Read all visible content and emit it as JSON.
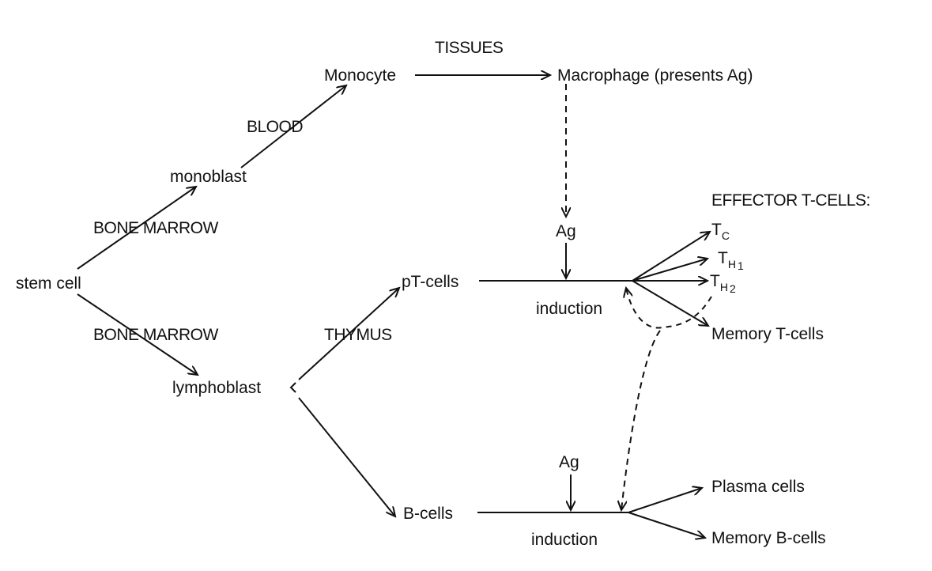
{
  "labels": {
    "tissues": "TISSUES",
    "monocyte": "Monocyte",
    "macrophage": "Macrophage (presents Ag)",
    "blood": "BLOOD",
    "monoblast": "monoblast",
    "bone_marrow_upper": "BONE MARROW",
    "stem_cell": "stem  cell",
    "bone_marrow_lower": "BONE MARROW",
    "lymphoblast": "lymphoblast",
    "thymus": "THYMUS",
    "pt_cells": "pT-cells",
    "ag_upper": "Ag",
    "induction_upper": "induction",
    "effector_t_cells": "EFFECTOR T-CELLS:",
    "tc_main": "T",
    "tc_sub": "C",
    "th1_main": "T",
    "th1_sub": "H",
    "th1_sub2": "1",
    "th2_main": "T",
    "th2_sub": "H",
    "th2_sub2": "2",
    "memory_t_cells": "Memory  T-cells",
    "ag_lower": "Ag",
    "b_cells": "B-cells",
    "induction_lower": "induction",
    "plasma_cells": "Plasma  cells",
    "memory_b_cells": "Memory  B-cells"
  },
  "colors": {
    "ink": "#111111",
    "background": "#ffffff"
  }
}
